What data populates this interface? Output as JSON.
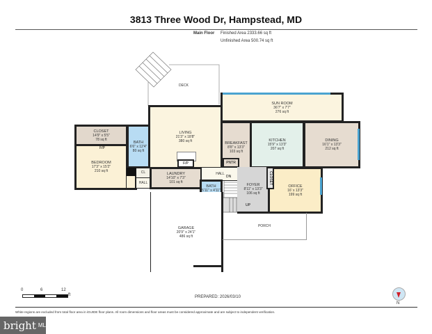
{
  "header": {
    "title": "3813 Three Wood Dr, Hampstead, MD",
    "floor": "Main Floor",
    "finished": "Finished Area 2333.66 sq ft",
    "unfinished": "Unfinished Area 500.74 sq ft"
  },
  "rooms": {
    "deck": {
      "name": "DECK"
    },
    "sunroom": {
      "name": "SUN ROOM",
      "dims": "36'7\" x 7'7\"",
      "area": "276 sq ft"
    },
    "living": {
      "name": "LIVING",
      "dims": "21'3\" x 18'8\"",
      "area": "380 sq ft"
    },
    "closet": {
      "name": "CLOSET",
      "dims": "14'9\" x 5'5\"",
      "area": "78 sq ft"
    },
    "bath1": {
      "name": "BATH",
      "dims": "6'6\" x 12'4\"",
      "area": "80 sq ft"
    },
    "bedroom": {
      "name": "BEDROOM",
      "dims": "17'3\" x 15'2\"",
      "area": "210 sq ft"
    },
    "breakfast": {
      "name": "BREAKFAST",
      "dims": "8'8\" x 13'3\"",
      "area": "103 sq ft"
    },
    "kitchen": {
      "name": "KITCHEN",
      "dims": "15'9\" x 13'3\"",
      "area": "207 sq ft"
    },
    "dining": {
      "name": "DINING",
      "dims": "16'1\" x 13'3\"",
      "area": "212 sq ft"
    },
    "laundry": {
      "name": "LAUNDRY",
      "dims": "14'10\" x 7'3\"",
      "area": "101 sq ft"
    },
    "hall": {
      "name": "HALL"
    },
    "cl": {
      "name": "CL"
    },
    "hall2": {
      "name": "HALL"
    },
    "bath2": {
      "name": "BATH",
      "dims": "5'11\" x 4'11\""
    },
    "foyer": {
      "name": "FOYER",
      "dims": "8'11\" x 13'3\"",
      "area": "106 sq ft"
    },
    "closet2": {
      "name": "CLOSET"
    },
    "office": {
      "name": "OFFICE",
      "dims": "16' x 13'3\"",
      "area": "199 sq ft"
    },
    "garage": {
      "name": "GARAGE",
      "dims": "20'9\" x 24'1\"",
      "area": "486 sq ft"
    },
    "porch": {
      "name": "PORCH"
    },
    "pntr": {
      "name": "PNTR"
    },
    "fp1": {
      "name": "F/P"
    },
    "fp2": {
      "name": "F/P"
    },
    "dn": {
      "name": "DN"
    },
    "up": {
      "name": "UP"
    }
  },
  "scale": {
    "t0": "0",
    "t1": "6",
    "t2": "12",
    "unit": "ft"
  },
  "prepared": "PREPARED: 2026/03/10",
  "compass": {
    "label": "N",
    "color": "#d0202a"
  },
  "disclaimer": "White regions are excluded from total floor area in iGUIDE floor plans. All room dimensions and floor areas must be considered approximate and are subject to independent verification.",
  "logo": {
    "text": "bright",
    "suffix": "MLS"
  },
  "colors": {
    "bedroom": "#fbf1d6",
    "living": "#fbf4df",
    "bath": "#b8dcf3",
    "closet": "#e2d8cc",
    "kitchen": "#e3f0ea",
    "dining": "#e6dcd0",
    "foyer": "#d6d6d6",
    "office": "#fbedc7"
  }
}
